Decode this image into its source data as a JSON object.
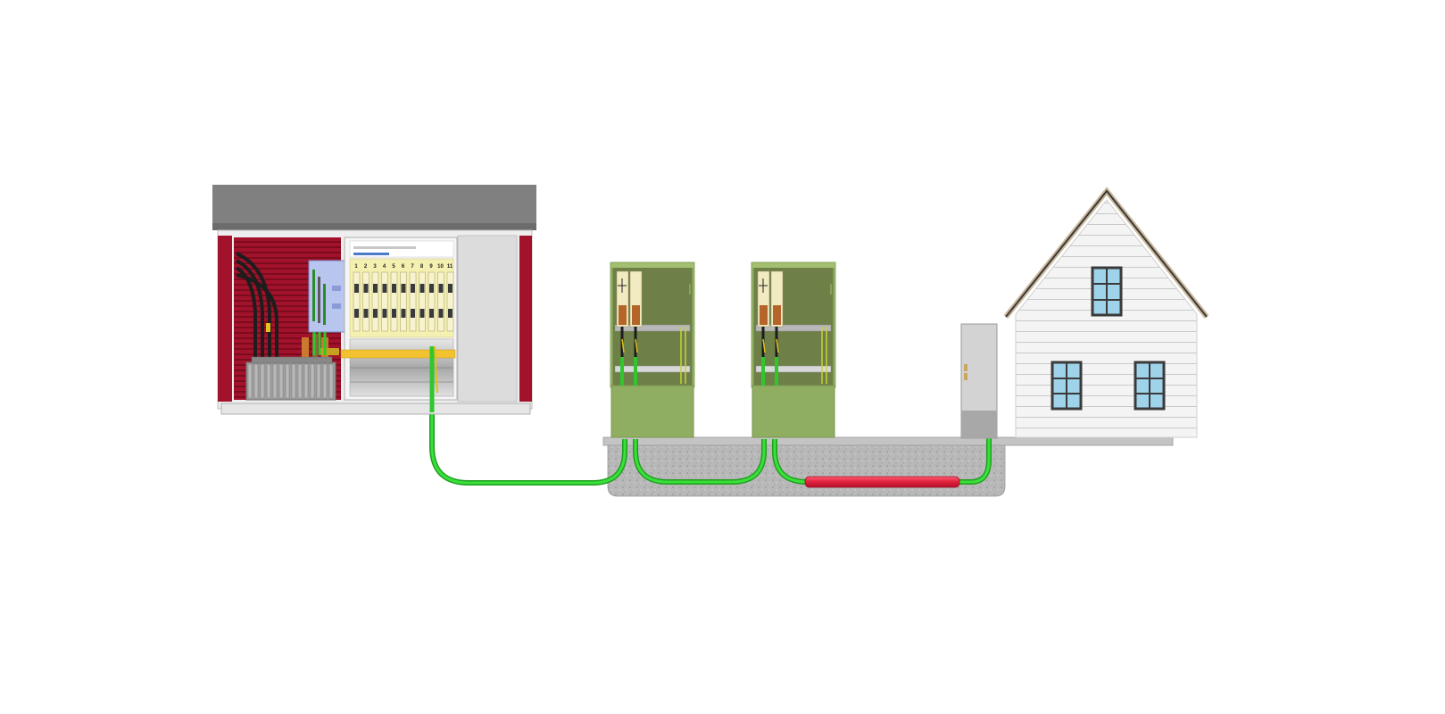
{
  "colors": {
    "background": "#ffffff",
    "roof": "#808080",
    "substation_red": "#a3122b",
    "cabinet_green": "#8fae62",
    "cabinet_green_dark": "#6d7f45",
    "cable_green": "#2ecc2e",
    "cable_red": "#e0203c",
    "ground": "#b5b5b5",
    "house_siding": "#f4f4f4",
    "window_glass": "#9fd3ea",
    "busbar_yellow": "#f2c230"
  },
  "icons": {
    "transformer": "transformer-icon",
    "fuse_panel": "fuse-panel-icon",
    "meter_box": "meter-box-icon",
    "house": "house-icon"
  },
  "fuse_panel": {
    "labels": [
      "1",
      "2",
      "3",
      "4",
      "5",
      "6",
      "7",
      "8",
      "9",
      "10",
      "11"
    ]
  }
}
